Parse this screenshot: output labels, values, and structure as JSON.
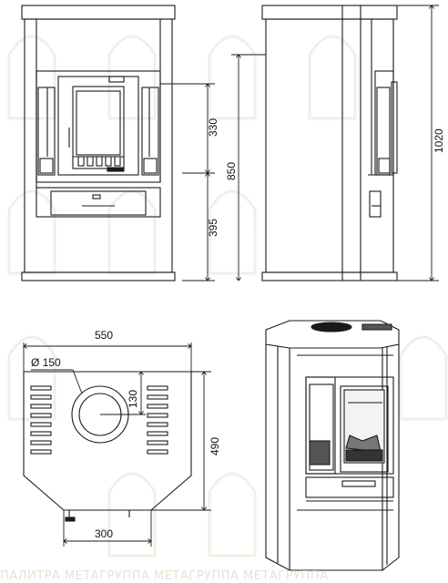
{
  "dimensions": {
    "door_height": "330",
    "stove_height_850": "850",
    "total_height": "1020",
    "base_height": "395",
    "width": "550",
    "depth": "490",
    "flue_offset": "130",
    "flue_diameter": "Ø 150",
    "bottom_width": "300"
  },
  "watermark": {
    "text": "ПАЛИТРА МЕТАГРУППА МЕТАГРУППА МЕТАГРУППА"
  },
  "colors": {
    "line": "#1a1a1a",
    "watermark": "#d9c7b0"
  }
}
